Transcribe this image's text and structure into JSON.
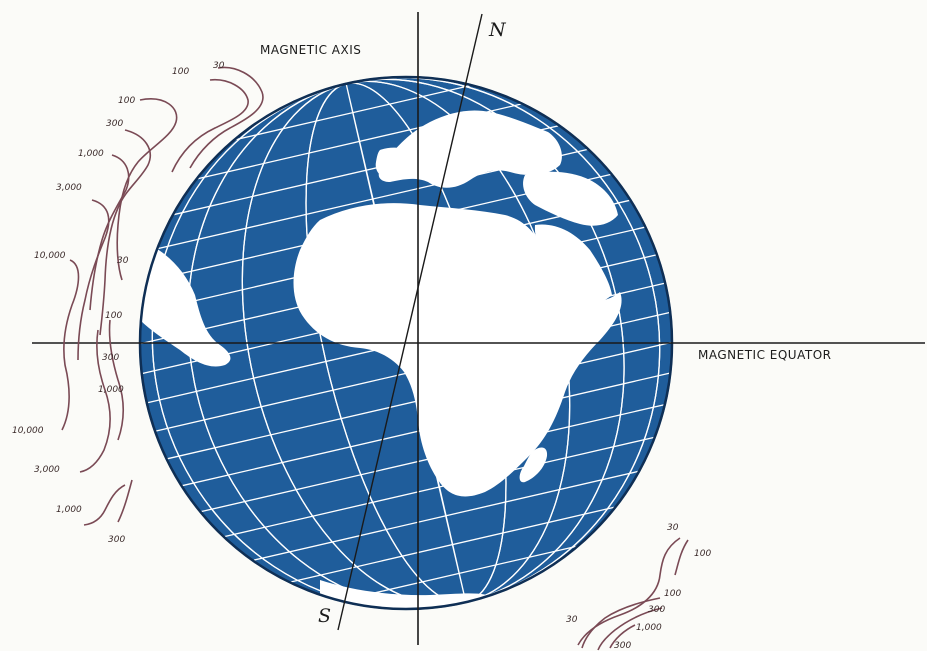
{
  "labels": {
    "magnetic_axis": "MAGNETIC AXIS",
    "magnetic_equator": "MAGNETIC EQUATOR",
    "north": "N",
    "south": "S"
  },
  "west_contour_values": [
    "100",
    "30",
    "100",
    "300",
    "1,000",
    "3,000",
    "10,000",
    "30",
    "100",
    "300",
    "1,000",
    "10,000",
    "3,000",
    "1,000",
    "300"
  ],
  "east_contour_values": [
    "30",
    "100",
    "100",
    "300",
    "1,000",
    "30",
    "300"
  ],
  "colors": {
    "ocean": "#1f5d9b",
    "land": "#ffffff",
    "graticule": "#ffffff",
    "contour": "#7a4a55",
    "axis": "#1a1a1a"
  }
}
